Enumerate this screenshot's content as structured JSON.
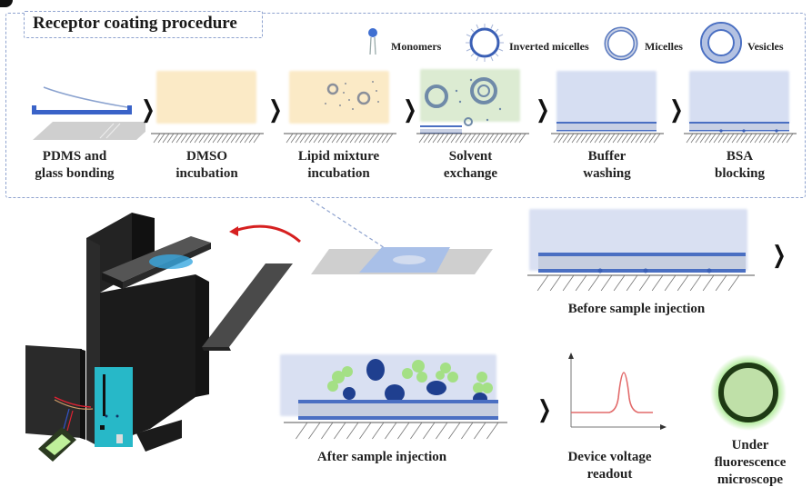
{
  "panel_title": "Receptor coating procedure",
  "legend": [
    {
      "icon": "monomer-icon",
      "label": "Monomers"
    },
    {
      "icon": "inverted-micelle-icon",
      "label": "Inverted micelles"
    },
    {
      "icon": "micelle-icon",
      "label": "Micelles"
    },
    {
      "icon": "vesicle-icon",
      "label": "Vesicles"
    }
  ],
  "steps": [
    {
      "line1": "PDMS and",
      "line2": "glass bonding"
    },
    {
      "line1": "DMSO",
      "line2": "incubation"
    },
    {
      "line1": "Lipid mixture",
      "line2": "incubation"
    },
    {
      "line1": "Solvent",
      "line2": "exchange"
    },
    {
      "line1": "Buffer",
      "line2": "washing"
    },
    {
      "line1": "BSA",
      "line2": "blocking"
    }
  ],
  "before_label": "Before sample injection",
  "after_label": "After sample injection",
  "readout": {
    "line1": "Device voltage",
    "line2": "readout"
  },
  "microscope": {
    "line1": "Under",
    "line2": "fluorescence",
    "line3": "microscope"
  },
  "chevron_glyph": "❯",
  "colors": {
    "dash": "#8fa3cf",
    "pdms_blue": "#3a63c8",
    "dmso_yellow": "#fbeac6",
    "solvent_green": "#dcebd2",
    "buffer_blue": "#d6def2",
    "lipid_blue": "#4a6fc2",
    "protein_green": "#9fe07a",
    "target_navy": "#1f3f8f",
    "signal_red": "#e26a6a",
    "fluor_green": "#bfe0a8",
    "device_black": "#1c1c1c",
    "pcb_teal": "#27b8c8",
    "arrow_red": "#d62020"
  }
}
